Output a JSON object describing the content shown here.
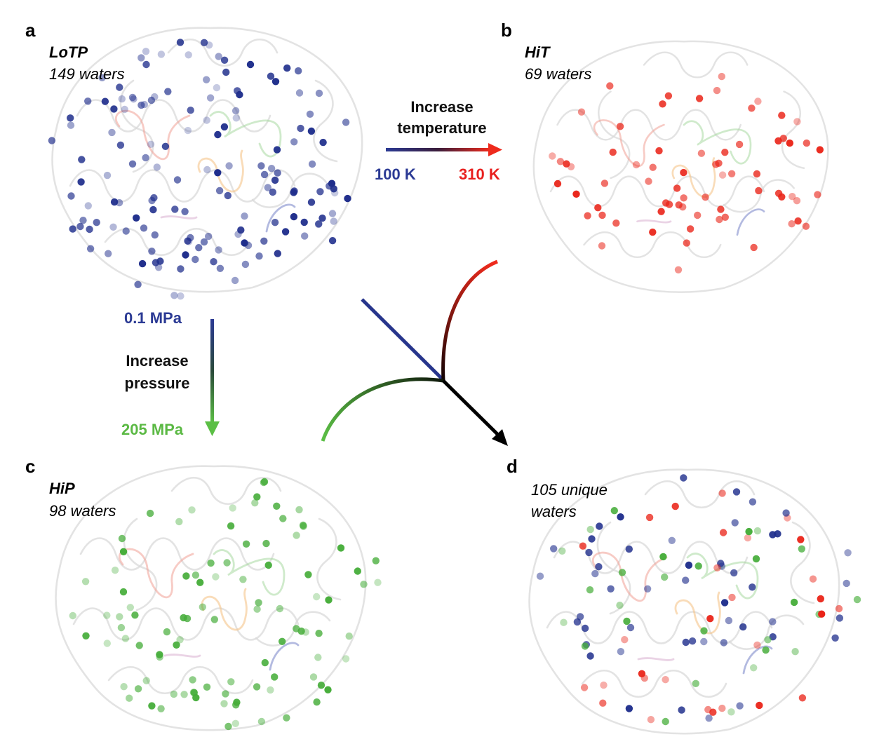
{
  "colors": {
    "low": "#1f2e8c",
    "high_t": "#ea2418",
    "high_p": "#46ad3a",
    "combined": "#000000",
    "backbone": "#d9d9d9"
  },
  "panels": {
    "a": {
      "letter": "a",
      "name": "LoTP",
      "count": "149 waters"
    },
    "b": {
      "letter": "b",
      "name": "HiT",
      "count": "69 waters"
    },
    "c": {
      "letter": "c",
      "name": "HiP",
      "count": "98 waters"
    },
    "d": {
      "letter": "d",
      "line1": "105 unique",
      "line2": "waters"
    }
  },
  "temperature": {
    "title1": "Increase",
    "title2": "temperature",
    "from": "100 K",
    "to": "310 K"
  },
  "pressure": {
    "title1": "Increase",
    "title2": "pressure",
    "from": "0.1 MPa",
    "to": "205 MPa"
  }
}
